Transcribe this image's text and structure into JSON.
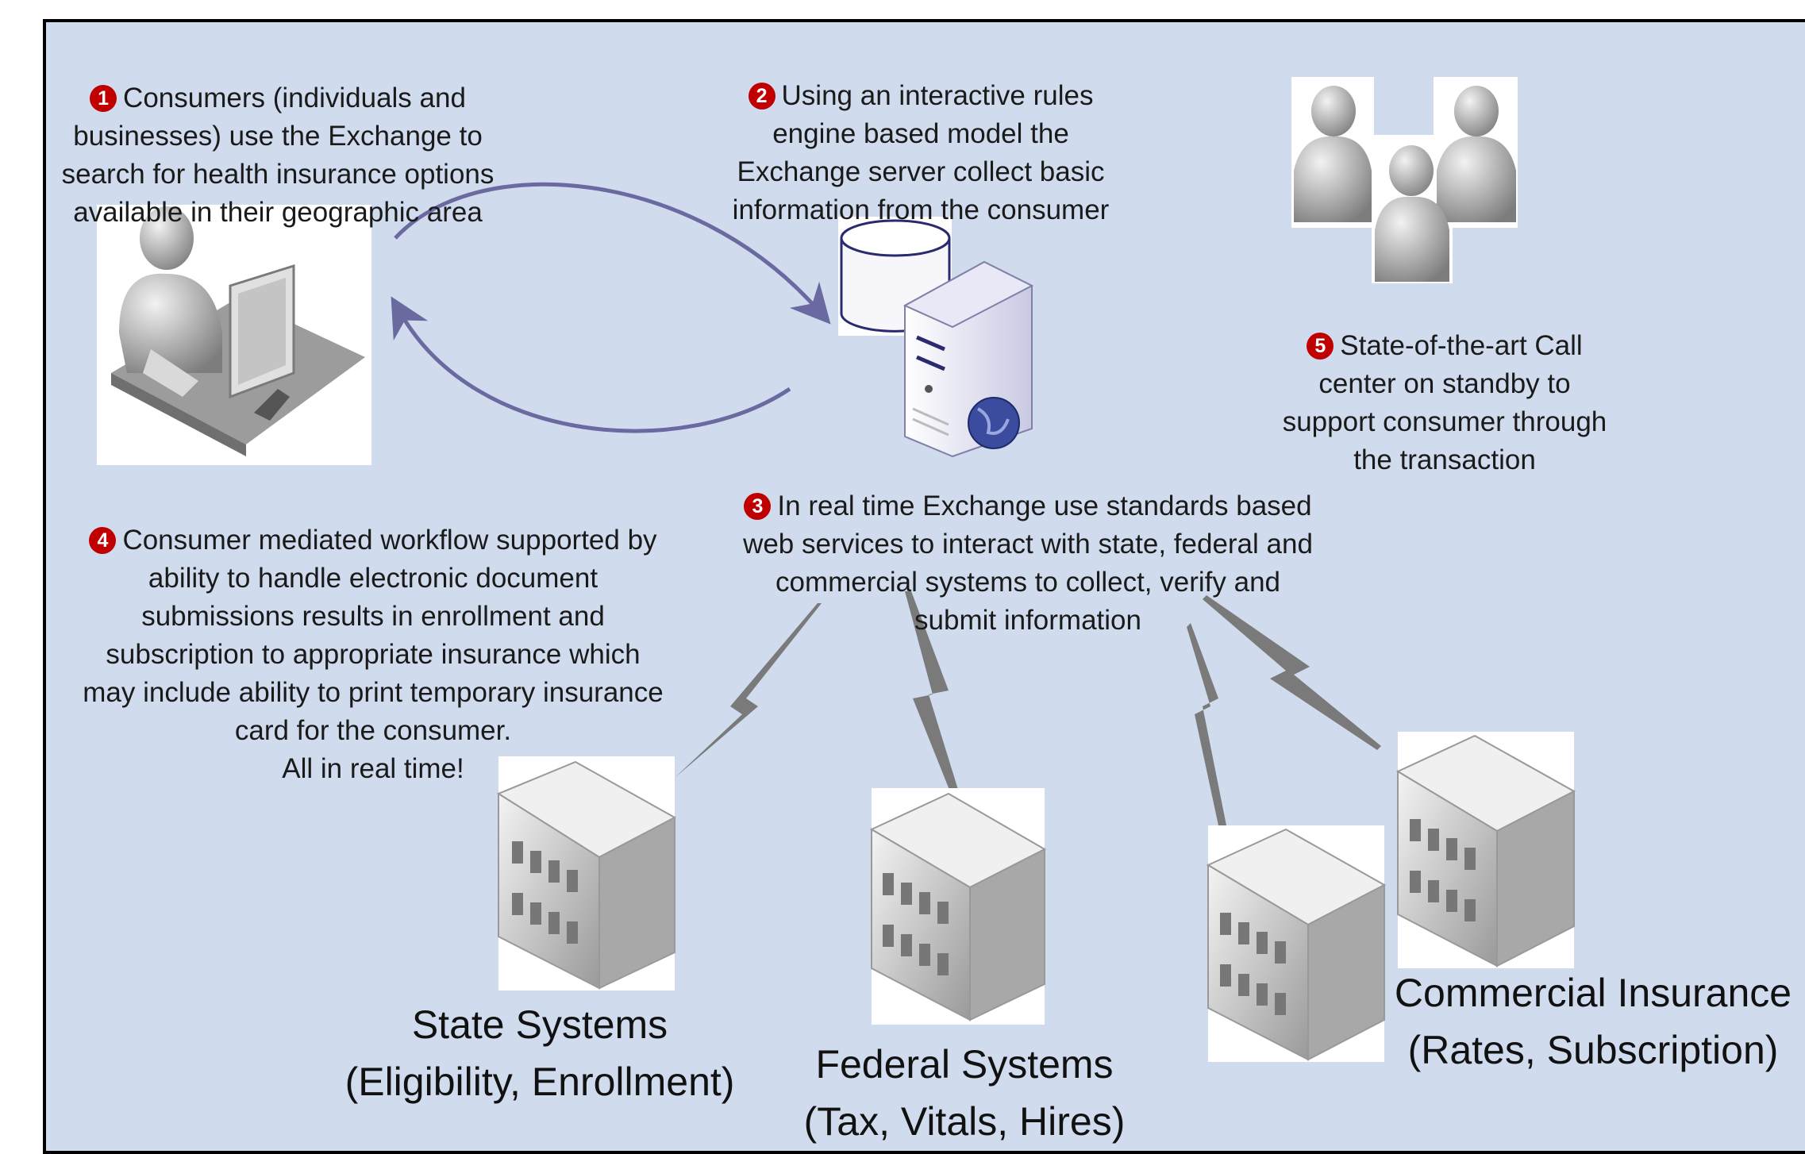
{
  "colors": {
    "background": "#d0dcee",
    "border": "#000000",
    "arrow": "#6a6aa0",
    "number_badge": "#c00000",
    "lightning": "#7a7a7a"
  },
  "steps": [
    {
      "num": "1",
      "text": "Consumers (individuals and\nbusinesses) use the Exchange to\nsearch for health insurance options\navailable in their geographic area"
    },
    {
      "num": "2",
      "text": "Using an interactive rules\nengine based model the\nExchange server collect basic\ninformation from the consumer"
    },
    {
      "num": "3",
      "text": "In real time Exchange use standards based\nweb services to interact with state, federal and\ncommercial systems to collect, verify and\nsubmit information"
    },
    {
      "num": "4",
      "text": "Consumer mediated workflow supported by\nability to handle electronic document\nsubmissions results in enrollment and\nsubscription to appropriate insurance which\nmay include ability to print temporary insurance\ncard for the consumer.\nAll in real time!"
    },
    {
      "num": "5",
      "text": "State-of-the-art Call\ncenter on standby to\nsupport consumer through\nthe transaction"
    }
  ],
  "systems": {
    "state": "State Systems\n(Eligibility, Enrollment)",
    "federal": "Federal Systems\n(Tax, Vitals, Hires)",
    "commercial": "Commercial Insurance\n(Rates, Subscription)"
  },
  "icons": [
    "consumer-computer-icon",
    "database-icon",
    "server-icon",
    "globe-icon",
    "call-center-people-icon",
    "building-icon"
  ]
}
